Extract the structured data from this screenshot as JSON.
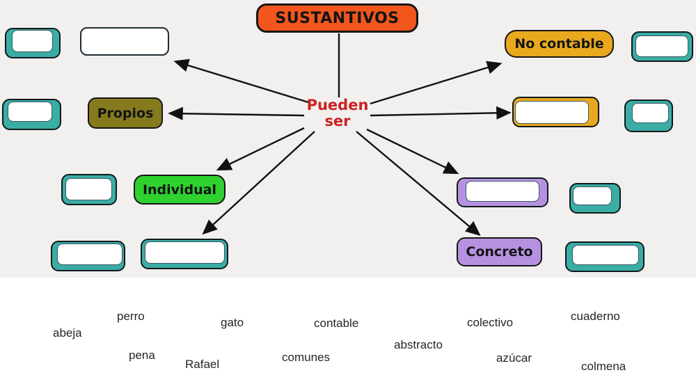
{
  "diagram": {
    "title": "SUSTANTIVOS",
    "center_label": "Pueden ser",
    "nodes": {
      "propios": "Propios",
      "no_contable": "No contable",
      "individual": "Individual",
      "concreto": "Concreto"
    },
    "colors": {
      "title_bg": "#f2561d",
      "propios_bg": "#857b1e",
      "no_contable_bg": "#e9a91f",
      "individual_bg": "#2fd12f",
      "concreto_bg": "#b691e2",
      "empty_slot_teal": "#3aada5",
      "center_text": "#cc2222",
      "diagram_background": "#f2f0ee"
    }
  },
  "word_bank": {
    "words": [
      "abeja",
      "perro",
      "gato",
      "contable",
      "colectivo",
      "cuaderno",
      "pena",
      "Rafael",
      "comunes",
      "abstracto",
      "azúcar",
      "colmena"
    ]
  }
}
